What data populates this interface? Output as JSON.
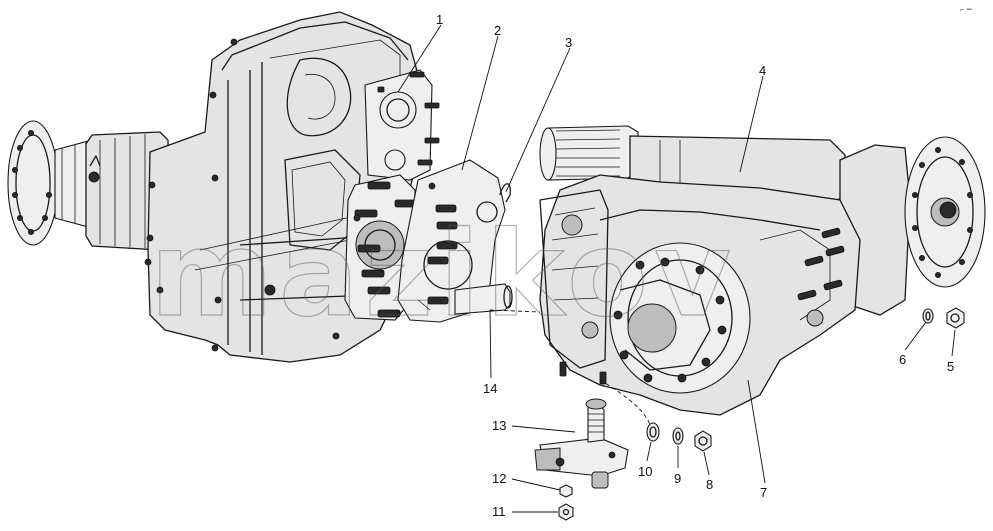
{
  "figure": {
    "background": "#ffffff",
    "line_color": "#1a1a1a",
    "watermark_text": "mazikov",
    "corner_mark": "⌐ ━",
    "callouts": [
      {
        "id": "1",
        "label": "1"
      },
      {
        "id": "2",
        "label": "2"
      },
      {
        "id": "3",
        "label": "3"
      },
      {
        "id": "4",
        "label": "4"
      },
      {
        "id": "5",
        "label": "5"
      },
      {
        "id": "6",
        "label": "6"
      },
      {
        "id": "7",
        "label": "7"
      },
      {
        "id": "8",
        "label": "8"
      },
      {
        "id": "9",
        "label": "9"
      },
      {
        "id": "10",
        "label": "10"
      },
      {
        "id": "11",
        "label": "11"
      },
      {
        "id": "12",
        "label": "12"
      },
      {
        "id": "13",
        "label": "13"
      },
      {
        "id": "14",
        "label": "14"
      }
    ]
  }
}
